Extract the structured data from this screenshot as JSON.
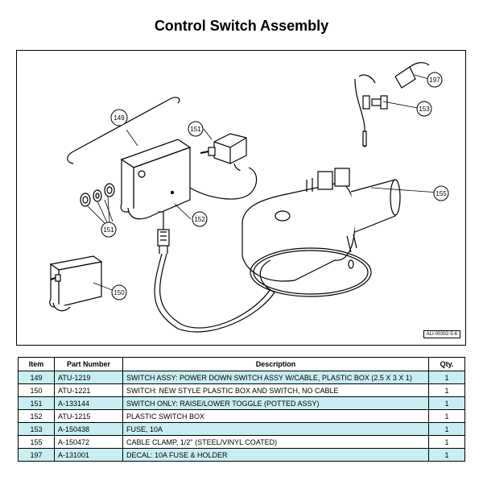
{
  "title": "Control Switch Assembly",
  "diagram": {
    "callouts": [
      "149",
      "150",
      "151",
      "151",
      "152",
      "153",
      "155",
      "197"
    ],
    "ref_code": "ALI-00302-5-6"
  },
  "table": {
    "headers": [
      "Item",
      "Part Number",
      "Description",
      "Qty."
    ],
    "rows": [
      {
        "item": "149",
        "part": "ATU-1219",
        "desc": "SWITCH ASSY: POWER DOWN SWITCH ASSY W/CABLE, PLASTIC BOX (2.5 X 3 X 1)",
        "qty": "1"
      },
      {
        "item": "150",
        "part": "ATU-1221",
        "desc": "SWITCH: NEW STYLE PLASTIC BOX AND SWITCH, NO CABLE",
        "qty": "1"
      },
      {
        "item": "151",
        "part": "A-133144",
        "desc": "SWITCH ONLY: RAISE/LOWER TOGGLE (POTTED ASSY)",
        "qty": "1"
      },
      {
        "item": "152",
        "part": "ATU-1215",
        "desc": "PLASTIC SWITCH BOX",
        "qty": "1"
      },
      {
        "item": "153",
        "part": "A-150438",
        "desc": "FUSE, 10A",
        "qty": "1"
      },
      {
        "item": "155",
        "part": "A-150472",
        "desc": "CABLE CLAMP, 1/2\" (STEEL/VINYL COATED)",
        "qty": "1"
      },
      {
        "item": "197",
        "part": "A-131001",
        "desc": "DECAL: 10A FUSE & HOLDER",
        "qty": "1"
      }
    ]
  }
}
